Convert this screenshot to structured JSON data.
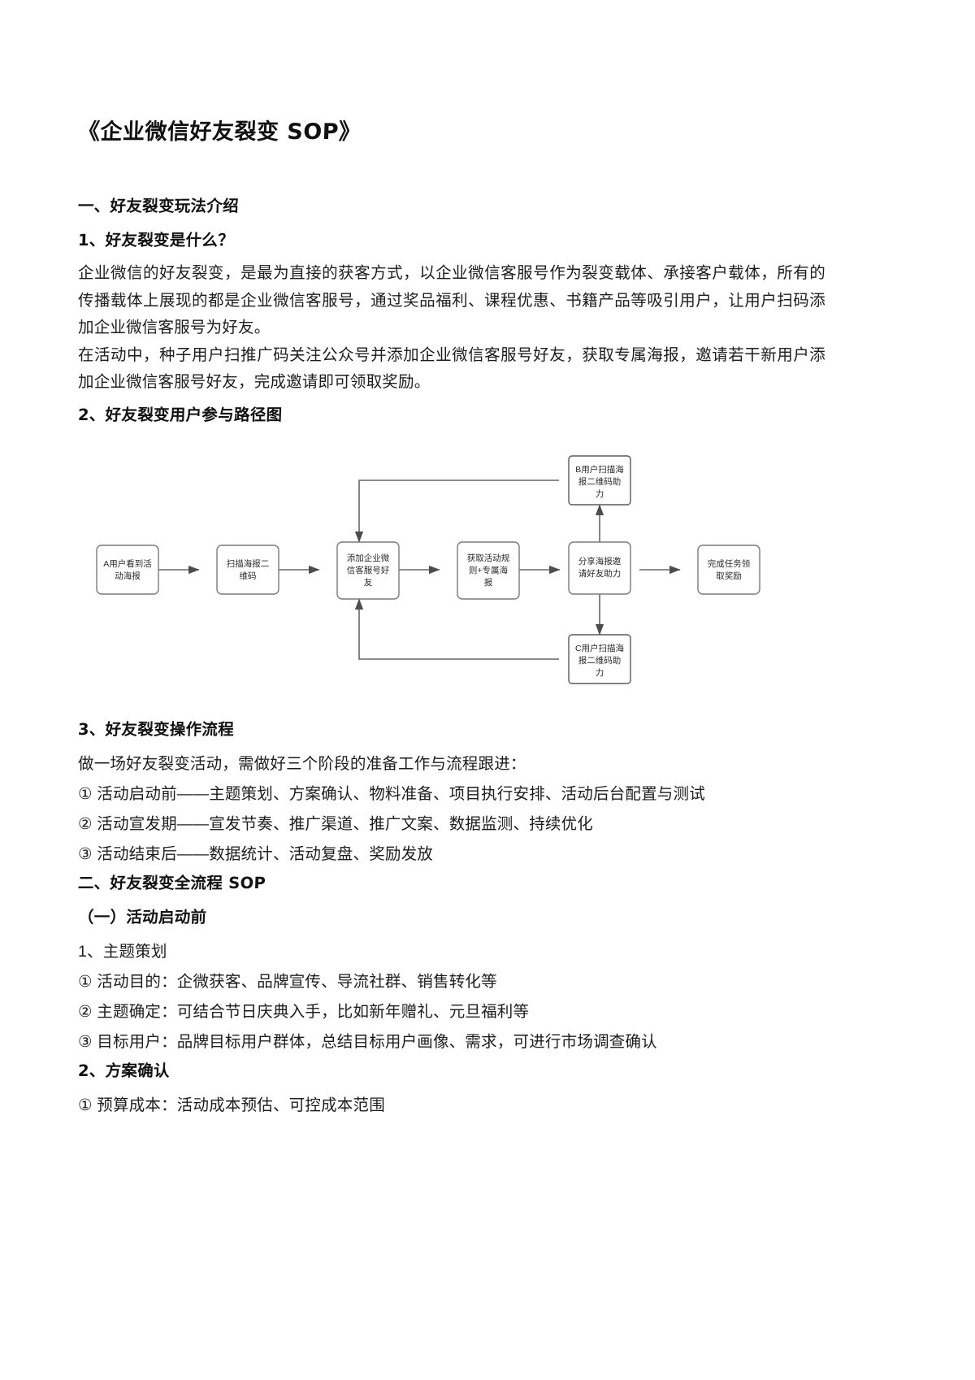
{
  "document": {
    "title": "《企业微信好友裂变 SOP》"
  },
  "section1": {
    "heading": "一、好友裂变玩法介绍",
    "sub1_heading": "1、好友裂变是什么？",
    "paragraph1": "企业微信的好友裂变，是最为直接的获客方式，以企业微信客服号作为裂变载体、承接客户载体，所有的传播载体上展现的都是企业微信客服号，通过奖品福利、课程优惠、书籍产品等吸引用户，让用户扫码添加企业微信客服号为好友。",
    "paragraph2": "在活动中，种子用户扫推广码关注公众号并添加企业微信客服号好友，获取专属海报，邀请若干新用户添加企业微信客服号好友，完成邀请即可领取奖励。",
    "sub2_heading": "2、好友裂变用户参与路径图",
    "sub3_heading": "3、好友裂变操作流程",
    "sub3_intro": "做一场好友裂变活动，需做好三个阶段的准备工作与流程跟进：",
    "sub3_items": [
      "① 活动启动前——主题策划、方案确认、物料准备、项目执行安排、活动后台配置与测试",
      "② 活动宣发期——宣发节奏、推广渠道、推广文案、数据监测、持续优化",
      "③ 活动结束后——数据统计、活动复盘、奖励发放"
    ]
  },
  "diagram": {
    "nodes": [
      {
        "id": "n1",
        "label": "A用户看到活动海报",
        "lines": [
          "A用户看到活",
          "动海报"
        ]
      },
      {
        "id": "n2",
        "label": "扫描海报二维码",
        "lines": [
          "扫描海报二",
          "维码"
        ]
      },
      {
        "id": "n3",
        "label": "添加企业微信客服号好友",
        "lines": [
          "添加企业微",
          "信客服号好",
          "友"
        ]
      },
      {
        "id": "n4",
        "label": "获取活动规则+专属海报",
        "lines": [
          "获取活动规",
          "则+专属海",
          "报"
        ]
      },
      {
        "id": "n5",
        "label": "分享海报邀请好友助力",
        "lines": [
          "分享海报邀",
          "请好友助力"
        ]
      },
      {
        "id": "n6",
        "label": "完成任务领取奖励",
        "lines": [
          "完成任务领",
          "取奖励"
        ]
      },
      {
        "id": "n7",
        "label": "B用户扫描海报二维码助力",
        "lines": [
          "B用户扫描海",
          "报二维码助",
          "力"
        ]
      },
      {
        "id": "n8",
        "label": "C用户扫描海报二维码助力",
        "lines": [
          "C用户扫描海",
          "报二维码助",
          "力"
        ]
      }
    ]
  },
  "section2": {
    "heading": "二、好友裂变全流程 SOP",
    "part1_heading": "（一）活动启动前",
    "item1_heading": "1、主题策划",
    "item1_points": [
      "① 活动目的：企微获客、品牌宣传、导流社群、销售转化等",
      "② 主题确定：可结合节日庆典入手，比如新年赠礼、元旦福利等",
      "③ 目标用户：品牌目标用户群体，总结目标用户画像、需求，可进行市场调查确认"
    ],
    "item2_heading": "2、方案确认",
    "item2_points": [
      "① 预算成本：活动成本预估、可控成本范围"
    ]
  },
  "colors": {
    "text": "#1d1d1f",
    "heading": "#111111",
    "node_border": "#777777",
    "arrow": "#555555"
  }
}
